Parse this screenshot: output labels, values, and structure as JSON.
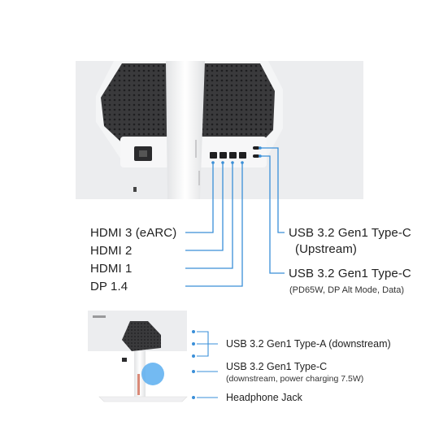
{
  "top": {
    "left_labels": {
      "hdmi3": "HDMI 3 (eARC)",
      "hdmi2": "HDMI 2",
      "hdmi1": "HDMI 1",
      "dp": "DP 1.4"
    },
    "right_labels": {
      "usbc_up_title": "USB 3.2 Gen1 Type-C",
      "usbc_up_sub": "(Upstream)",
      "usbc_pd_title": "USB 3.2 Gen1 Type-C",
      "usbc_pd_sub": "(PD65W, DP Alt Mode, Data)"
    }
  },
  "bottom": {
    "usba_title": "USB 3.2 Gen1 Type-A (downstream)",
    "usbc_down_title": "USB 3.2 Gen1 Type-C",
    "usbc_down_sub": "(downstream, power charging 7.5W)",
    "headphone": "Headphone Jack"
  },
  "colors": {
    "accent_line": "#3a8fd8",
    "highlight": "#5aaef0",
    "panel": "#e9eaec",
    "grille": "#3b3b3d"
  }
}
